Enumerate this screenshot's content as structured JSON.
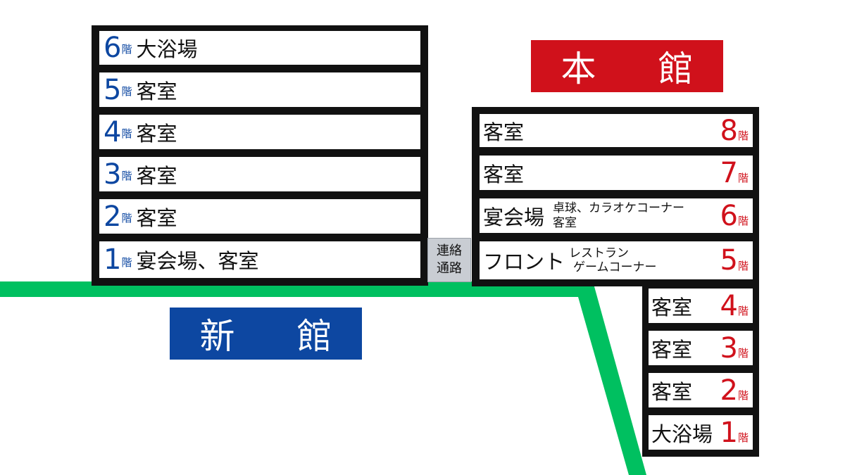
{
  "new_building": {
    "title": "新 館",
    "color": "#0d47a1",
    "floors": [
      {
        "num": "6",
        "unit": "階",
        "name": "大浴場"
      },
      {
        "num": "5",
        "unit": "階",
        "name": "客室"
      },
      {
        "num": "4",
        "unit": "階",
        "name": "客室"
      },
      {
        "num": "3",
        "unit": "階",
        "name": "客室"
      },
      {
        "num": "2",
        "unit": "階",
        "name": "客室"
      },
      {
        "num": "1",
        "unit": "階",
        "name": "宴会場、客室"
      }
    ]
  },
  "main_building": {
    "title": "本 館",
    "color": "#d0111b",
    "floors": [
      {
        "num": "8",
        "unit": "階",
        "name": "客室"
      },
      {
        "num": "7",
        "unit": "階",
        "name": "客室"
      },
      {
        "num": "6",
        "unit": "階",
        "name": "宴会場",
        "sub1": "卓球、カラオケコーナー",
        "sub2": "客室"
      },
      {
        "num": "5",
        "unit": "階",
        "name": "フロント",
        "sub1": "レストラン",
        "sub2": "ゲームコーナー"
      },
      {
        "num": "4",
        "unit": "階",
        "name": "客室"
      },
      {
        "num": "3",
        "unit": "階",
        "name": "客室"
      },
      {
        "num": "2",
        "unit": "階",
        "name": "客室"
      },
      {
        "num": "1",
        "unit": "階",
        "name": "大浴場"
      }
    ]
  },
  "corridor": {
    "line1": "連絡",
    "line2": "通路"
  },
  "ground_color": "#00c060"
}
